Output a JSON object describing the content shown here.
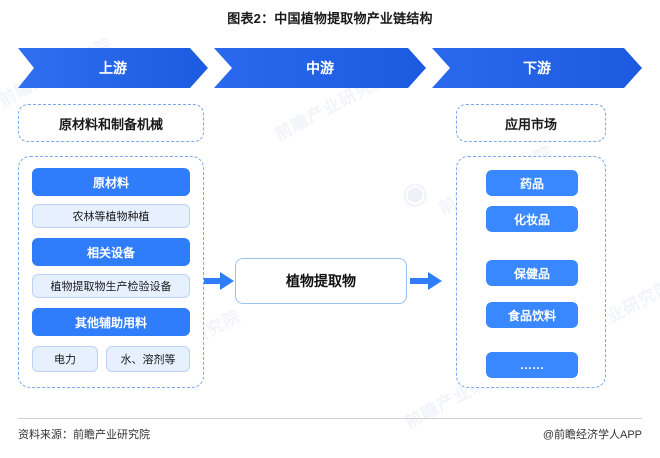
{
  "title": "图表2：中国植物提取物产业链结构",
  "stages": [
    {
      "label": "上游"
    },
    {
      "label": "中游"
    },
    {
      "label": "下游"
    }
  ],
  "upstream": {
    "header": "原材料和制备机械",
    "items": [
      {
        "label": "原材料",
        "style": "solid"
      },
      {
        "label": "农林等植物种植",
        "style": "light"
      },
      {
        "label": "相关设备",
        "style": "solid"
      },
      {
        "label": "植物提取物生产检验设备",
        "style": "light"
      },
      {
        "label": "其他辅助用料",
        "style": "solid"
      },
      {
        "label": "电力",
        "style": "light"
      },
      {
        "label": "水、溶剂等",
        "style": "light"
      }
    ]
  },
  "midstream": {
    "label": "植物提取物"
  },
  "downstream": {
    "header": "应用市场",
    "items": [
      {
        "label": "药品"
      },
      {
        "label": "化妆品"
      },
      {
        "label": "保健品"
      },
      {
        "label": "食品饮料"
      },
      {
        "label": "……"
      }
    ]
  },
  "footer": {
    "source": "资料来源：前瞻产业研究院",
    "credit": "@前瞻经济学人APP"
  },
  "watermarks": [
    "前瞻产业研究院",
    "前瞻产业研究院",
    "前瞻产业研究院",
    "前瞻产业研究院",
    "前瞻产业研究院",
    "前瞻产业研究院"
  ],
  "colors": {
    "accent": "#2f7dfb",
    "chevron": "#1c5ae0",
    "pill_light_bg": "#e7f0ff",
    "dashed_border": "#7aa7f0"
  }
}
